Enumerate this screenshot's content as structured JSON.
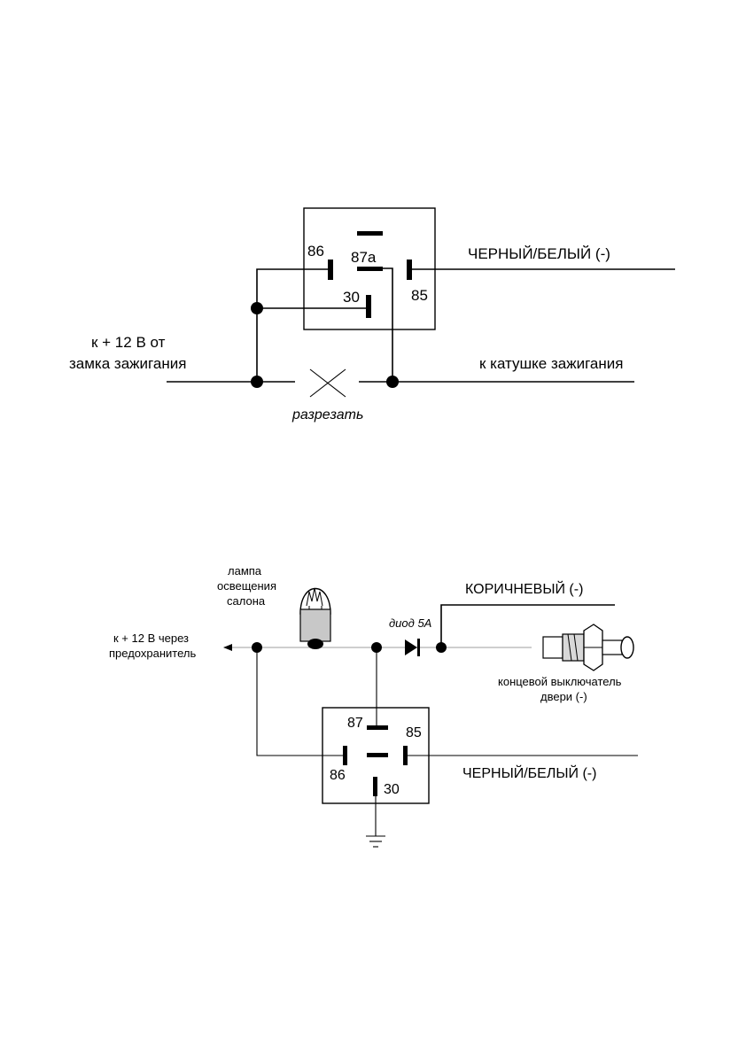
{
  "diagram1": {
    "relay": {
      "pin_86": "86",
      "pin_87a": "87а",
      "pin_30": "30",
      "pin_85": "85"
    },
    "labels": {
      "black_white": "ЧЕРНЫЙ/БЕЛЫЙ (-)",
      "ignition_lock_line1": "к + 12 В от",
      "ignition_lock_line2": "замка зажигания",
      "ignition_coil": "к катушке зажигания",
      "cut": "разрезать"
    }
  },
  "diagram2": {
    "relay": {
      "pin_87": "87",
      "pin_85": "85",
      "pin_86": "86",
      "pin_30": "30"
    },
    "labels": {
      "lamp_line1": "лампа",
      "lamp_line2": "освещения",
      "lamp_line3": "салона",
      "brown": "КОРИЧНЕВЫЙ (-)",
      "diode": "диод 5А",
      "supply_line1": "к + 12 В через",
      "supply_line2": "предохранитель",
      "switch_line1": "концевой выключатель",
      "switch_line2": "двери (-)",
      "black_white": "ЧЕРНЫЙ/БЕЛЫЙ (-)"
    }
  }
}
